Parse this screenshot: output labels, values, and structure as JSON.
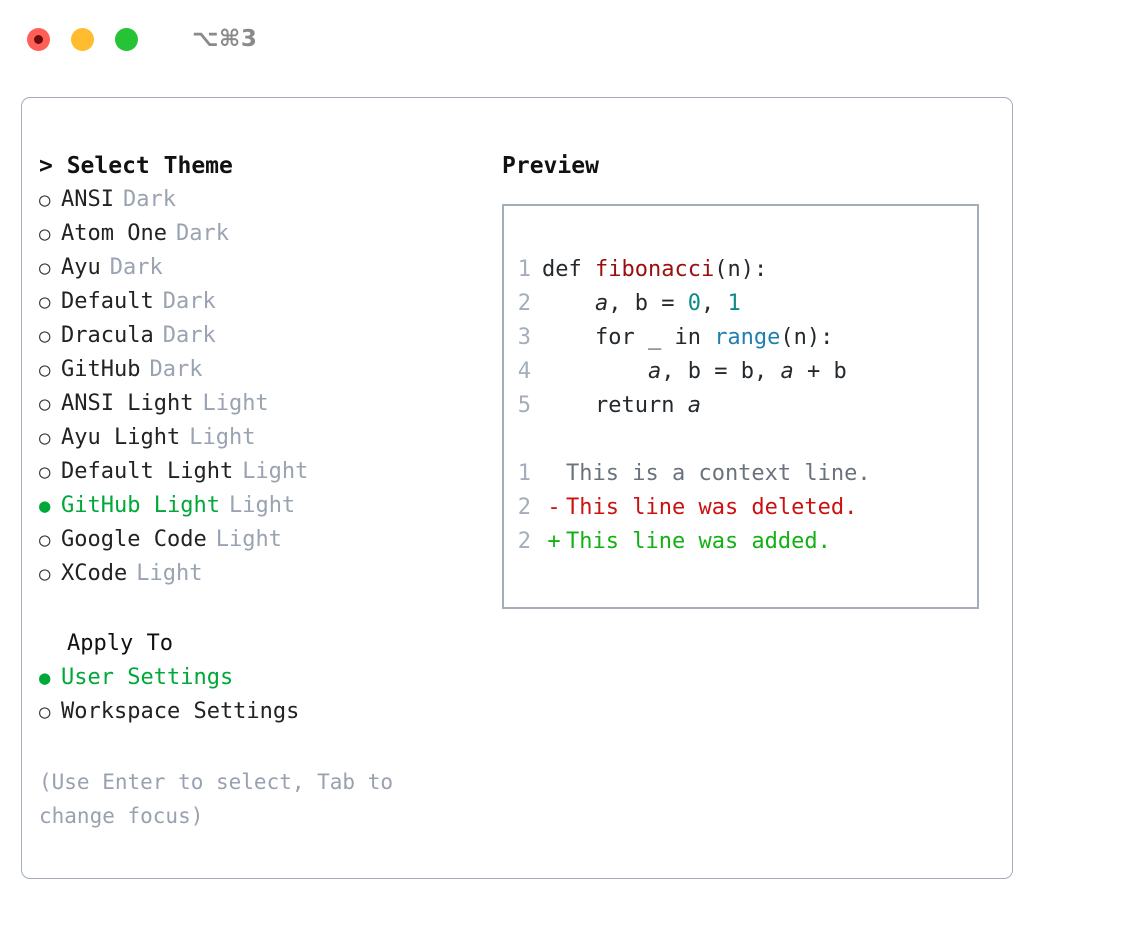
{
  "titlebar": {
    "shortcut": "⌥⌘3",
    "buttons": [
      "close",
      "minimize",
      "zoom"
    ]
  },
  "left": {
    "heading": "> Select Theme",
    "themes": [
      {
        "bullet": "○",
        "label": "ANSI",
        "tag": "Dark",
        "selected": false
      },
      {
        "bullet": "○",
        "label": "Atom One",
        "tag": "Dark",
        "selected": false
      },
      {
        "bullet": "○",
        "label": "Ayu",
        "tag": "Dark",
        "selected": false
      },
      {
        "bullet": "○",
        "label": "Default",
        "tag": "Dark",
        "selected": false
      },
      {
        "bullet": "○",
        "label": "Dracula",
        "tag": "Dark",
        "selected": false
      },
      {
        "bullet": "○",
        "label": "GitHub",
        "tag": "Dark",
        "selected": false
      },
      {
        "bullet": "○",
        "label": "ANSI Light",
        "tag": "Light",
        "selected": false
      },
      {
        "bullet": "○",
        "label": "Ayu Light",
        "tag": "Light",
        "selected": false
      },
      {
        "bullet": "○",
        "label": "Default Light",
        "tag": "Light",
        "selected": false
      },
      {
        "bullet": "●",
        "label": "GitHub Light",
        "tag": "Light",
        "selected": true
      },
      {
        "bullet": "○",
        "label": "Google Code",
        "tag": "Light",
        "selected": false
      },
      {
        "bullet": "○",
        "label": "XCode",
        "tag": "Light",
        "selected": false
      }
    ],
    "apply_heading": "Apply To",
    "apply_options": [
      {
        "bullet": "●",
        "label": "User Settings",
        "selected": true
      },
      {
        "bullet": "○",
        "label": "Workspace Settings",
        "selected": false
      }
    ],
    "hint": "(Use Enter to select, Tab to change focus)"
  },
  "preview": {
    "title": "Preview",
    "code_lines": [
      {
        "no": "1",
        "segments": [
          {
            "t": "def ",
            "c": "plain"
          },
          {
            "t": "fibonacci",
            "c": "fn"
          },
          {
            "t": "(n):",
            "c": "plain"
          }
        ]
      },
      {
        "no": "2",
        "segments": [
          {
            "t": "    ",
            "c": "plain"
          },
          {
            "t": "a",
            "c": "var"
          },
          {
            "t": ", ",
            "c": "plain"
          },
          {
            "t": "b",
            "c": "plain"
          },
          {
            "t": " = ",
            "c": "plain"
          },
          {
            "t": "0",
            "c": "num"
          },
          {
            "t": ", ",
            "c": "plain"
          },
          {
            "t": "1",
            "c": "num"
          }
        ]
      },
      {
        "no": "3",
        "segments": [
          {
            "t": "    for _ in ",
            "c": "plain"
          },
          {
            "t": "range",
            "c": "blue"
          },
          {
            "t": "(n):",
            "c": "plain"
          }
        ]
      },
      {
        "no": "4",
        "segments": [
          {
            "t": "        ",
            "c": "plain"
          },
          {
            "t": "a",
            "c": "var"
          },
          {
            "t": ", ",
            "c": "plain"
          },
          {
            "t": "b",
            "c": "plain"
          },
          {
            "t": " = ",
            "c": "plain"
          },
          {
            "t": "b",
            "c": "plain"
          },
          {
            "t": ", ",
            "c": "plain"
          },
          {
            "t": "a",
            "c": "var"
          },
          {
            "t": " + ",
            "c": "plain"
          },
          {
            "t": "b",
            "c": "plain"
          }
        ]
      },
      {
        "no": "5",
        "segments": [
          {
            "t": "    return ",
            "c": "plain"
          },
          {
            "t": "a",
            "c": "var"
          }
        ]
      }
    ],
    "diff_lines": [
      {
        "no": "1",
        "mark": " ",
        "text": "This is a context line.",
        "kind": "context"
      },
      {
        "no": "2",
        "mark": "-",
        "text": "This line was deleted.",
        "kind": "deleted"
      },
      {
        "no": "2",
        "mark": "+",
        "text": "This line was added.",
        "kind": "added"
      }
    ]
  },
  "colors": {
    "accent_green": "#00a838",
    "muted": "#9aa3b2",
    "border": "#a4adbb",
    "function": "#990f0f",
    "number": "#0f8a8a",
    "builtin": "#1f7fb0",
    "diff_deleted": "#cc1111",
    "diff_added": "#13b113",
    "diff_context": "#6a737d",
    "traffic_red": "#ff5f57",
    "traffic_yellow": "#febc2e",
    "traffic_green": "#25c335"
  }
}
